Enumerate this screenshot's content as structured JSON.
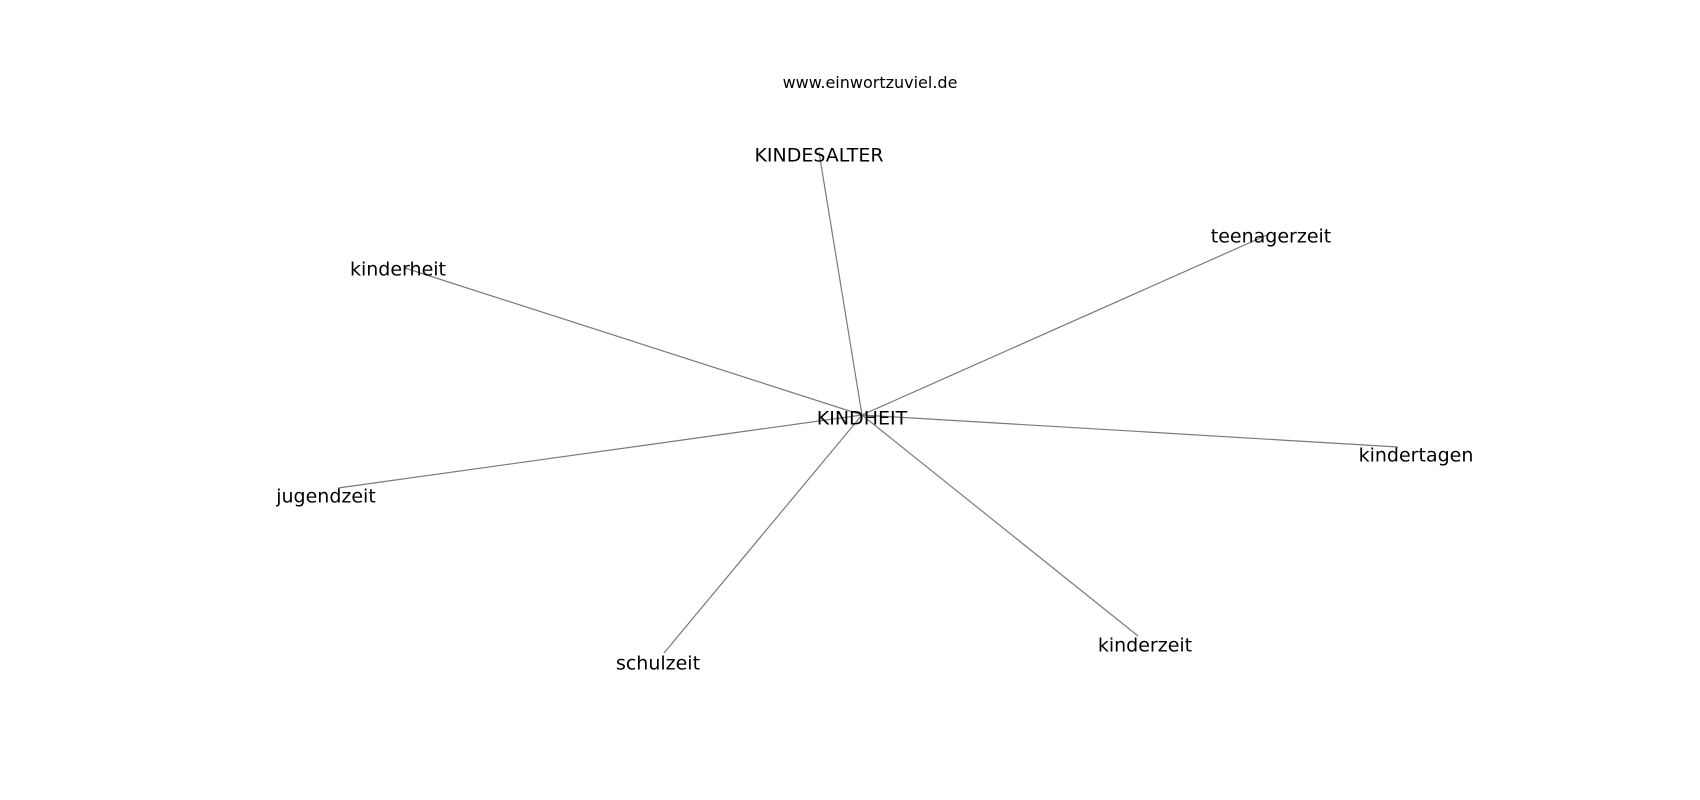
{
  "header": {
    "site_url": "www.einwortzuviel.de"
  },
  "graph": {
    "center": {
      "id": "kindheit",
      "label": "KINDHEIT"
    },
    "neighbors": [
      {
        "id": "kindesalter",
        "label": "KINDESALTER"
      },
      {
        "id": "teenagerzeit",
        "label": "teenagerzeit"
      },
      {
        "id": "kinderheit",
        "label": "kinderheit"
      },
      {
        "id": "kindertagen",
        "label": "kindertagen"
      },
      {
        "id": "jugendzeit",
        "label": "jugendzeit"
      },
      {
        "id": "kinderzeit",
        "label": "kinderzeit"
      },
      {
        "id": "schulzeit",
        "label": "schulzeit"
      }
    ],
    "edge_color": "#7a7a7a"
  }
}
